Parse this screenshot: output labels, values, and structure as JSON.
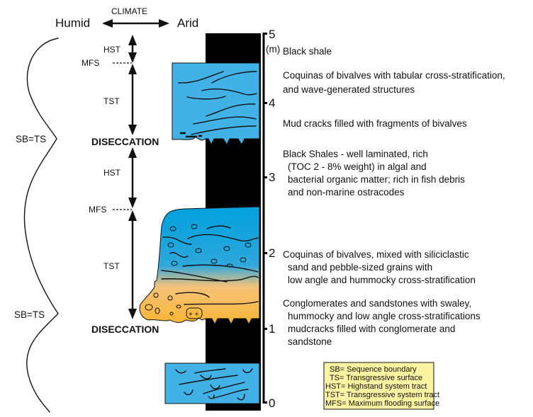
{
  "climate": {
    "title": "CLIMATE",
    "left": "Humid",
    "right": "Arid"
  },
  "sequence_labels": {
    "sb_ts_upper": "SB=TS",
    "sb_ts_lower": "SB=TS"
  },
  "systems_tracts": {
    "hst_upper": "HST",
    "mfs_upper": "MFS",
    "tst_upper": "TST",
    "disec_upper": "DISECCATION",
    "hst_lower": "HST",
    "mfs_lower": "MFS",
    "tst_lower": "TST",
    "disec_lower": "DISECCATION"
  },
  "scale": {
    "ticks": [
      "5",
      "4",
      "3",
      "2",
      "1",
      "0"
    ],
    "unit": "(m)"
  },
  "descriptions": {
    "black_shale": [
      "Black shale"
    ],
    "coquinas_upper": [
      "Coquinas of bivalves with tabular cross-stratification,",
      "and wave-generated  structures"
    ],
    "mud_cracks": [
      "Mud cracks filled with fragments of bivalves"
    ],
    "black_shales_laminated": [
      "Black Shales - well laminated, rich",
      "(TOC 2 - 8% weight) in algal  and",
      "bacterial organic matter; rich  in fish debris",
      "and non-marine ostracodes"
    ],
    "coquinas_mixed": [
      "Coquinas of bivalves, mixed  with siliciclastic",
      "sand and pebble-sized grains with",
      "low angle and hummocky cross-stratification"
    ],
    "conglomerates": [
      "Conglomerates  and  sandstones  with swaley,",
      "hummocky and low angle cross-stratifications",
      "mudcracks filled with conglomerate and",
      "sandstone"
    ]
  },
  "legend": [
    "SB= Sequence boundary",
    "TS=  Transgressive surface",
    "HST= Highstand system tract",
    "TST= Transgressive system tract",
    "MFS= Maximum flooding surface"
  ],
  "colors": {
    "coquina_blue": "#42b1e6",
    "sand_orange": "#f9b93e",
    "shale": "#000000",
    "legend_bg": "#fcf3a2"
  }
}
